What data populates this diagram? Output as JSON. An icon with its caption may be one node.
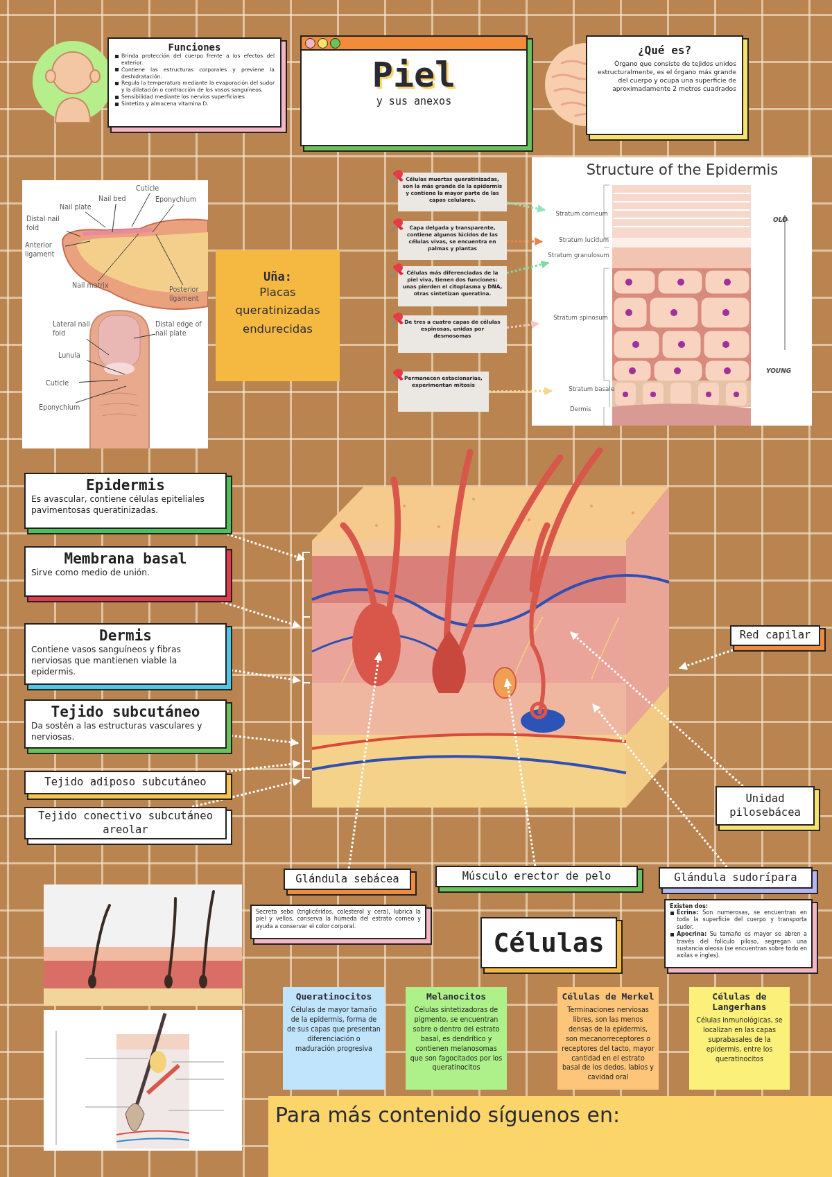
{
  "diagram": {
    "nodes": [
      {
        "text": [
          "Funciones",
          "Brinda protección del cuerpo frente a los efectos del exterior.",
          "Contiene las estructuras corporales y previene la deshidratación.",
          "Regula la temperatura mediante la evaporación del sudor y la dilatación o contracción de los vasos sanguíneos.",
          "Sensibilidad mediante los nervios superficiales",
          "Sintetiza y almacena vitamina D."
        ]
      },
      {
        "text": [
          "Piel",
          "y sus anexos"
        ]
      },
      {
        "text": [
          "¿Qué es?",
          "Órgano que consiste de tejidos unidos estructuralmente, es el órgano más grande del cuerpo y ocupa una superficie de aproximadamente 2 metros cuadrados"
        ]
      },
      {
        "text": [
          "Uña:",
          "Placas queratinizadas endurecidas"
        ]
      },
      {
        "text": [
          "Células muertas queratinizadas, son la más grande de la epidermis y contiene la mayor parte de las capas celulares."
        ]
      },
      {
        "text": [
          "Capa delgada y transparente, contiene algunos lúcidos de las células vivas, se encuentra en palmas y plantas"
        ]
      },
      {
        "text": [
          "Células más diferenciadas de la piel viva, tienen dos funciones: unas pierden el citoplasma y DNA, otras sintetizan queratina."
        ]
      },
      {
        "text": [
          "De tres a cuatro capas de células espinosas, unidas por desmosomas"
        ]
      },
      {
        "text": [
          "Permanecen estacionarias, experimentan mitosis"
        ]
      },
      {
        "text": [
          "Structure of the Epidermis"
        ]
      },
      {
        "text": [
          "Stratum corneum"
        ],
        "in": 9
      },
      {
        "text": [
          "Stratum lucidum"
        ],
        "in": 9
      },
      {
        "text": [
          "Stratum granulosum"
        ],
        "in": 9
      },
      {
        "text": [
          "Stratum spinosum"
        ],
        "in": 9
      },
      {
        "text": [
          "Stratum basale"
        ],
        "in": 9
      },
      {
        "text": [
          "Epidermis",
          "Es avascular, contiene células epiteliales pavimentosas queratinizadas."
        ]
      },
      {
        "text": [
          "Membrana basal",
          "Sirve como medio de unión."
        ]
      },
      {
        "text": [
          "Dermis",
          "Contiene vasos sanguíneos y fibras nerviosas que mantienen viable la epidermis."
        ]
      },
      {
        "text": [
          "Tejido subcutáneo",
          "Da sostén a las estructuras vasculares y nerviosas."
        ]
      },
      {
        "text": [
          "Tejido adiposo subcutáneo"
        ]
      },
      {
        "text": [
          "Tejido conectivo subcutáneo areolar"
        ]
      },
      {
        "text": [
          "Red capilar"
        ]
      },
      {
        "text": [
          "Unidad pilosebácea"
        ]
      },
      {
        "text": [
          "Glándula sebácea"
        ]
      },
      {
        "text": [
          "Músculo erector de pelo"
        ]
      },
      {
        "text": [
          "Glándula sudorípara"
        ]
      },
      {
        "text": [
          "Secreta sebo (triglicéridos, colesterol y cera), lubrica la piel y vellos, conserva la húmeda del estrato corneo y ayuda a conservar el color corporal."
        ]
      },
      {
        "text": [
          "Existen dos:",
          "**Ecrina:** Son numerosas, se encuentran en toda la superficie del cuerpo y transporta sudor.",
          "**Apocrina:** Su tamaño es mayor se abren a través del folículo piloso, segregan una sustancia oleosa (se encuentran sobre todo en axilas e ingles)."
        ]
      },
      {
        "text": [
          "Células"
        ]
      },
      {
        "text": [
          "Queratinocitos",
          "Células de mayor tamaño de la epidermis, forma de de sus capas que presentan diferenciación o maduración progresiva"
        ]
      },
      {
        "text": [
          "Melanocitos",
          "Células sintetizadoras de pigmento, se encuentran sobre o dentro del estrato basal, es dendrítico y contienen melanosomas que son fagocitados por los queratinocitos"
        ]
      },
      {
        "text": [
          "Células de Merkel",
          "Terminaciones nerviosas libres, son las menos densas de la epidermis, son mecanorreceptores o receptores del tacto, mayor cantidad en el estrato basal de los dedos, labios y cavidad oral"
        ]
      },
      {
        "text": [
          "Células de Langerhans",
          "Células inmunológicas, se localizan en las capas suprabasales de la epidermis, entre los queratinocitos"
        ]
      },
      {
        "text": [
          "Para más contenido síguenos en:"
        ]
      },
      {
        "text": [
          "Cuticle"
        ]
      },
      {
        "text": [
          "Nail bed"
        ]
      },
      {
        "text": [
          "Nail plate"
        ]
      },
      {
        "text": [
          "Eponychium"
        ]
      },
      {
        "text": [
          "Distal nail fold"
        ]
      },
      {
        "text": [
          "Anterior ligament"
        ]
      },
      {
        "text": [
          "Nail matrix"
        ]
      },
      {
        "text": [
          "Posterior ligament"
        ]
      },
      {
        "text": [
          "Lateral nail fold"
        ]
      },
      {
        "text": [
          "Distal edge of nail plate"
        ]
      },
      {
        "text": [
          "Lunula"
        ]
      },
      {
        "text": [
          "Cuticle"
        ]
      },
      {
        "text": [
          "Eponychium"
        ]
      },
      {
        "text": [],
        "shape": "picture"
      }
    ],
    "edges": [
      {
        "from": 4,
        "to": 10,
        "arrow": "to",
        "style": "dashed",
        "color": "#8fe3bd"
      },
      {
        "from": 5,
        "to": 11,
        "arrow": "to",
        "style": "dashed",
        "color": "#e8844a"
      },
      {
        "from": 6,
        "to": 12,
        "arrow": "to",
        "style": "dashed",
        "color": "#7fdba6"
      },
      {
        "from": 7,
        "to": 13,
        "arrow": "to",
        "style": "dashed",
        "color": "#f4c6c6"
      },
      {
        "from": 8,
        "to": 14,
        "arrow": "to",
        "style": "dashed",
        "color": "#f8d58a"
      },
      {
        "from": 15,
        "to": 47,
        "arrow": "to",
        "style": "dashed",
        "color": "#ffffff"
      },
      {
        "from": 16,
        "to": 47,
        "arrow": "to",
        "style": "dashed",
        "color": "#ffffff"
      },
      {
        "from": 17,
        "to": 47,
        "arrow": "to",
        "style": "dashed",
        "color": "#ffffff"
      },
      {
        "from": 18,
        "to": 47,
        "arrow": "to",
        "style": "dashed",
        "color": "#ffffff"
      },
      {
        "from": 19,
        "to": 47,
        "arrow": "to",
        "style": "dashed",
        "color": "#ffffff"
      },
      {
        "from": 20,
        "to": 47,
        "arrow": "to",
        "style": "dashed",
        "color": "#ffffff"
      },
      {
        "from": 21,
        "to": 47,
        "arrow": "to",
        "style": "dashed",
        "color": "#ffffff"
      },
      {
        "from": 22,
        "to": 47,
        "arrow": "to",
        "style": "dashed",
        "color": "#ffffff"
      },
      {
        "from": 23,
        "to": 47,
        "arrow": "to",
        "style": "dashed",
        "color": "#ffffff"
      },
      {
        "from": 24,
        "to": 47,
        "arrow": "to",
        "style": "dashed",
        "color": "#ffffff"
      },
      {
        "from": 25,
        "to": 47,
        "arrow": "to",
        "style": "dashed",
        "color": "#ffffff"
      },
      {
        "from": 34,
        "to": null,
        "arrow": "none"
      },
      {
        "from": 35,
        "to": null,
        "arrow": "none"
      },
      {
        "from": 36,
        "to": null,
        "arrow": "none"
      },
      {
        "from": 37,
        "to": null,
        "arrow": "none"
      },
      {
        "from": 38,
        "to": null,
        "arrow": "none"
      },
      {
        "from": 39,
        "to": null,
        "arrow": "none"
      },
      {
        "from": 40,
        "to": null,
        "arrow": "none"
      },
      {
        "from": 41,
        "to": null,
        "arrow": "none"
      },
      {
        "from": 42,
        "to": null,
        "arrow": "none"
      },
      {
        "from": 43,
        "to": null,
        "arrow": "none"
      },
      {
        "from": 44,
        "to": null,
        "arrow": "none"
      },
      {
        "from": 45,
        "to": null,
        "arrow": "none"
      },
      {
        "from": 46,
        "to": null,
        "arrow": "none"
      }
    ],
    "labels": [
      "OLD",
      "YOUNG",
      "Dermis"
    ]
  }
}
